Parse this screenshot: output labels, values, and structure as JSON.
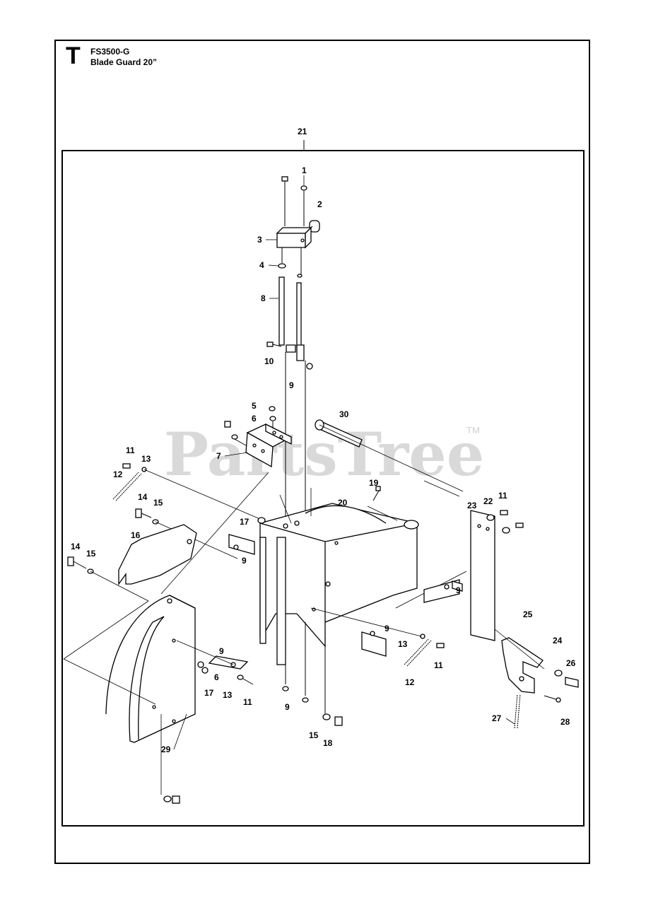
{
  "header": {
    "section_letter": "T",
    "model": "FS3500-G",
    "title": "Blade Guard 20”"
  },
  "watermark": {
    "text": "PartsTree",
    "trademark": "TM"
  },
  "assembly_label": "21",
  "callouts": [
    "1",
    "2",
    "3",
    "4",
    "8",
    "10",
    "9",
    "5",
    "6",
    "30",
    "7",
    "11",
    "13",
    "12",
    "19",
    "14",
    "15",
    "20",
    "22",
    "11",
    "23",
    "17",
    "16",
    "9",
    "9",
    "14",
    "15",
    "25",
    "9",
    "24",
    "13",
    "11",
    "26",
    "12",
    "9",
    "6",
    "17",
    "13",
    "11",
    "9",
    "27",
    "28",
    "15",
    "18",
    "29"
  ]
}
